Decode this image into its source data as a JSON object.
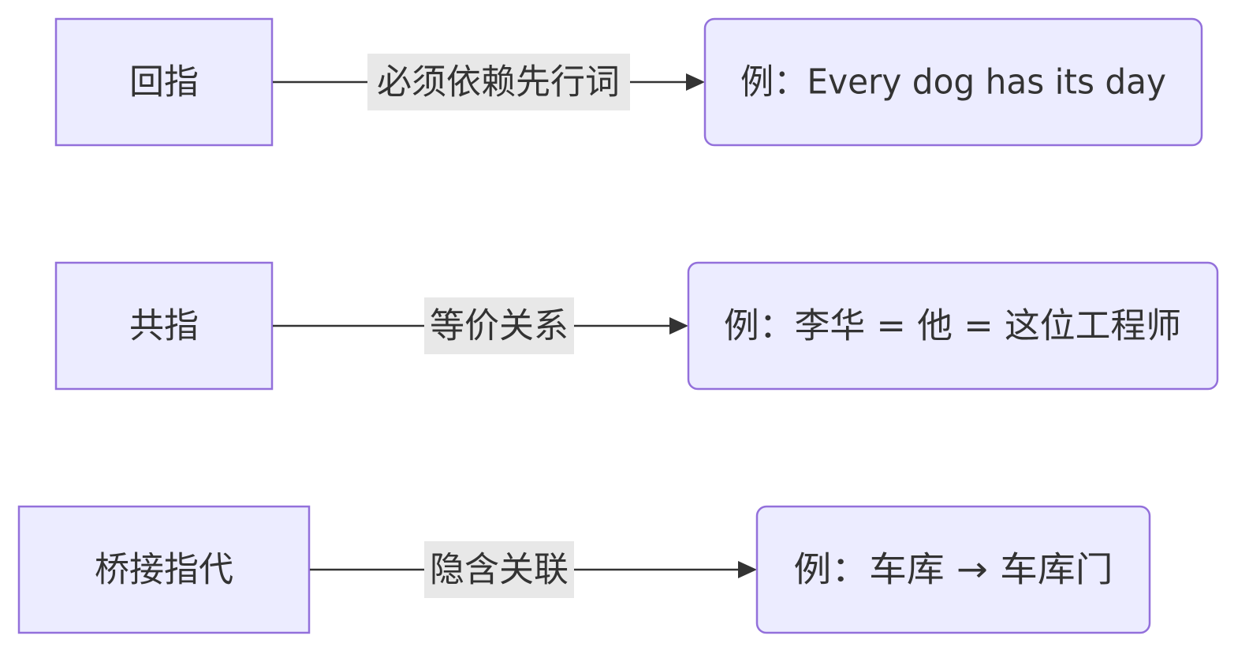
{
  "diagram": {
    "rows": [
      {
        "source": "回指",
        "edge_label": "必须依赖先行词",
        "target": "例：Every dog has its day"
      },
      {
        "source": "共指",
        "edge_label": "等价关系",
        "target": "例：李华 = 他 = 这位工程师"
      },
      {
        "source": "桥接指代",
        "edge_label": "隐含关联",
        "target": "例：车库 → 车库门"
      }
    ],
    "colors": {
      "node_fill": "#ececff",
      "node_stroke": "#9370db",
      "text": "#333333",
      "edge": "#333333",
      "edge_label_bg": "#e8e8e8",
      "background": "#ffffff"
    }
  }
}
